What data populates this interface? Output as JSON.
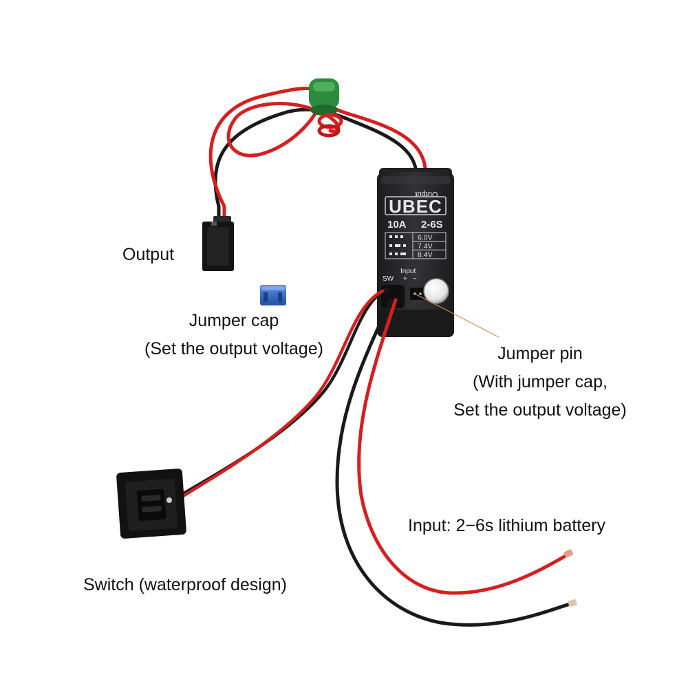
{
  "labels": {
    "output": "Output",
    "jumper_cap": [
      "Jumper cap",
      "(Set the output voltage)"
    ],
    "jumper_pin": [
      "Jumper pin",
      "(With jumper cap,",
      "Set the output voltage)"
    ],
    "input": "Input: 2−6s lithium battery",
    "switch": "Switch (waterproof design)"
  },
  "module": {
    "output_mark": "Output",
    "brand": "UBEC",
    "current": "10A",
    "cells": "2-6S",
    "voltages": [
      "6.0V",
      "7.4V",
      "8.4V"
    ],
    "input_mark": "Input",
    "sw_mark": "SW",
    "plus_mark": "+",
    "minus_mark": "−"
  },
  "colors": {
    "red_wire": "#d42020",
    "black_wire": "#1a1a1a",
    "module_body": "#2b2b2d",
    "ferrite": "#2e8a3c",
    "jumper_cap": "#2f69c8",
    "leader_line": "#c8925a"
  }
}
